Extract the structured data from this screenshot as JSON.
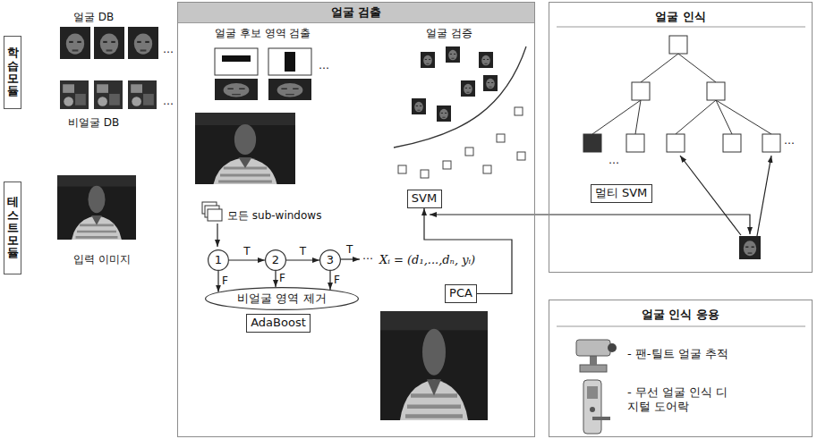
{
  "diagram": {
    "nodes": [
      {
        "text": [
          "학습 모듈"
        ]
      },
      {
        "text": [
          "테스트 모듈"
        ]
      },
      {
        "text": [
          "얼굴 검출"
        ]
      },
      {
        "text": [
          "1"
        ],
        "in": 2
      },
      {
        "text": [
          "2"
        ],
        "in": 2
      },
      {
        "text": [
          "3"
        ],
        "in": 2
      },
      {
        "text": [
          "비얼굴 영역 제거"
        ],
        "in": 2
      },
      {
        "text": [
          "AdaBoost"
        ],
        "in": 2
      },
      {
        "text": [
          "SVM"
        ],
        "in": 2
      },
      {
        "text": [
          "PCA"
        ],
        "in": 2
      },
      {
        "text": [
          "얼굴 인식"
        ]
      },
      {
        "text": [
          "멀티 SVM"
        ],
        "in": 10
      },
      {
        "text": [
          "얼굴 인식 응용",
          "- 팬-틸트 얼굴 추적",
          "- 무선 얼굴 인식 디지털 도어락"
        ]
      }
    ],
    "edges": [
      {
        "from": 3,
        "to": 4,
        "label": "T",
        "arrow": "to"
      },
      {
        "from": 4,
        "to": 5,
        "label": "T",
        "arrow": "to"
      },
      {
        "from": 3,
        "to": 6,
        "label": "F",
        "arrow": "to"
      },
      {
        "from": 4,
        "to": 6,
        "label": "F",
        "arrow": "to"
      },
      {
        "from": 5,
        "to": 6,
        "label": "F",
        "arrow": "to"
      },
      {
        "from": 9,
        "to": 8,
        "arrow": "to"
      }
    ],
    "labels": [
      "얼굴 DB",
      "…",
      "…",
      "비얼굴 DB",
      "입력 이미지",
      "얼굴 후보 영역 검출",
      "…",
      "얼굴 검증",
      "모든 sub-windows",
      "T",
      "…",
      "Xᵢ = (d₁,...,dₙ, yᵢ)",
      "…",
      "…"
    ]
  }
}
